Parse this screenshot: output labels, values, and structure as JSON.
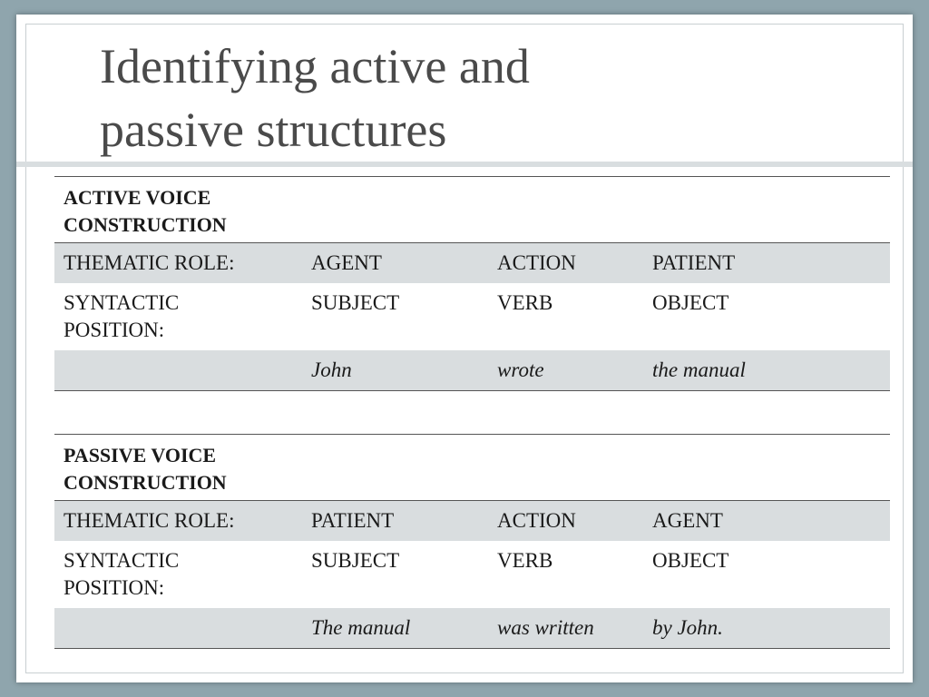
{
  "slide": {
    "title_line1": "Identifying active and",
    "title_line2": "passive structures"
  },
  "table": {
    "active": {
      "heading_line1": "ACTIVE VOICE",
      "heading_line2": "CONSTRUCTION",
      "thematic_row": [
        "THEMATIC ROLE:",
        "AGENT",
        "ACTION",
        "PATIENT"
      ],
      "syntactic_row_label_line1": "SYNTACTIC",
      "syntactic_row_label_line2": "POSITION:",
      "syntactic_row": [
        "SUBJECT",
        "VERB",
        "OBJECT"
      ],
      "example_row": [
        "",
        "John",
        "wrote",
        "the manual"
      ]
    },
    "passive": {
      "heading_line1": "PASSIVE VOICE",
      "heading_line2": "CONSTRUCTION",
      "thematic_row": [
        "THEMATIC ROLE:",
        "PATIENT",
        "ACTION",
        "AGENT"
      ],
      "syntactic_row_label_line1": "SYNTACTIC",
      "syntactic_row_label_line2": "POSITION:",
      "syntactic_row": [
        "SUBJECT",
        "VERB",
        "OBJECT"
      ],
      "example_row": [
        "",
        "The manual",
        "was written",
        "by John."
      ]
    }
  },
  "colors": {
    "background": "#8fa5ad",
    "row_shade": "#d9dddf",
    "title_text": "#4a4a4a"
  }
}
